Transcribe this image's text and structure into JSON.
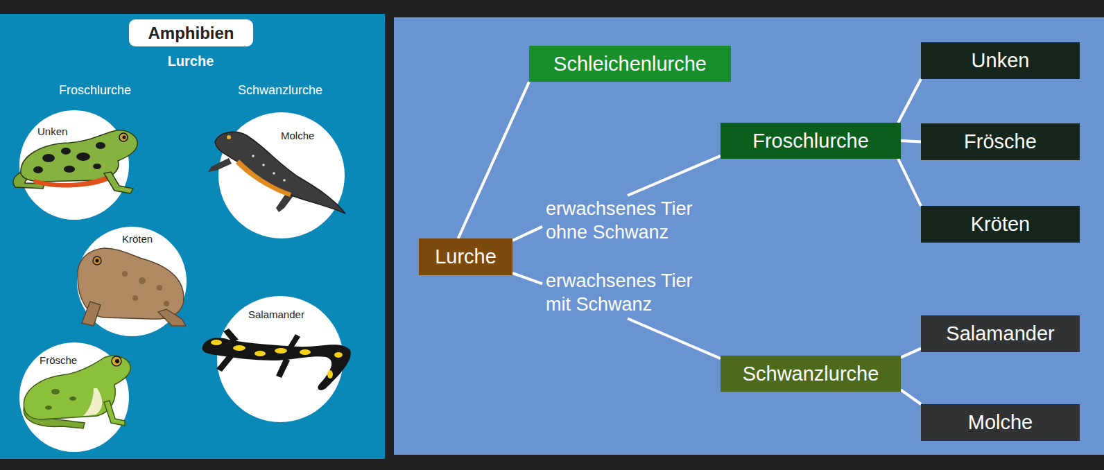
{
  "diagram": {
    "nodes": [
      {
        "text": [
          "Amphibien"
        ]
      },
      {
        "text": [
          "Unken"
        ]
      },
      {
        "text": [
          "Molche"
        ]
      },
      {
        "text": [
          "Kröten"
        ]
      },
      {
        "text": [
          "Salamander"
        ]
      },
      {
        "text": [
          "Frösche"
        ]
      },
      {
        "text": [
          "Lurche"
        ]
      },
      {
        "text": [
          "Schleichenlurche"
        ]
      },
      {
        "text": [
          "Froschlurche"
        ]
      },
      {
        "text": [
          "Schwanzlurche"
        ]
      },
      {
        "text": [
          "Unken"
        ]
      },
      {
        "text": [
          "Frösche"
        ]
      },
      {
        "text": [
          "Kröten"
        ]
      },
      {
        "text": [
          "Salamander"
        ]
      },
      {
        "text": [
          "Molche"
        ]
      }
    ],
    "edges": [
      {
        "from": 6,
        "to": 7,
        "arrow": "none"
      },
      {
        "from": 6,
        "to": 8,
        "label": "erwachsenes Tier ohne Schwanz",
        "arrow": "none"
      },
      {
        "from": 6,
        "to": 9,
        "label": "erwachsenes Tier mit Schwanz",
        "arrow": "none"
      },
      {
        "from": 8,
        "to": 10,
        "arrow": "none"
      },
      {
        "from": 8,
        "to": 11,
        "arrow": "none"
      },
      {
        "from": 8,
        "to": 12,
        "arrow": "none"
      },
      {
        "from": 9,
        "to": 13,
        "arrow": "none"
      },
      {
        "from": 9,
        "to": 14,
        "arrow": "none"
      }
    ],
    "labels": [
      "Lurche",
      "Froschlurche",
      "Schwanzlurche"
    ]
  }
}
